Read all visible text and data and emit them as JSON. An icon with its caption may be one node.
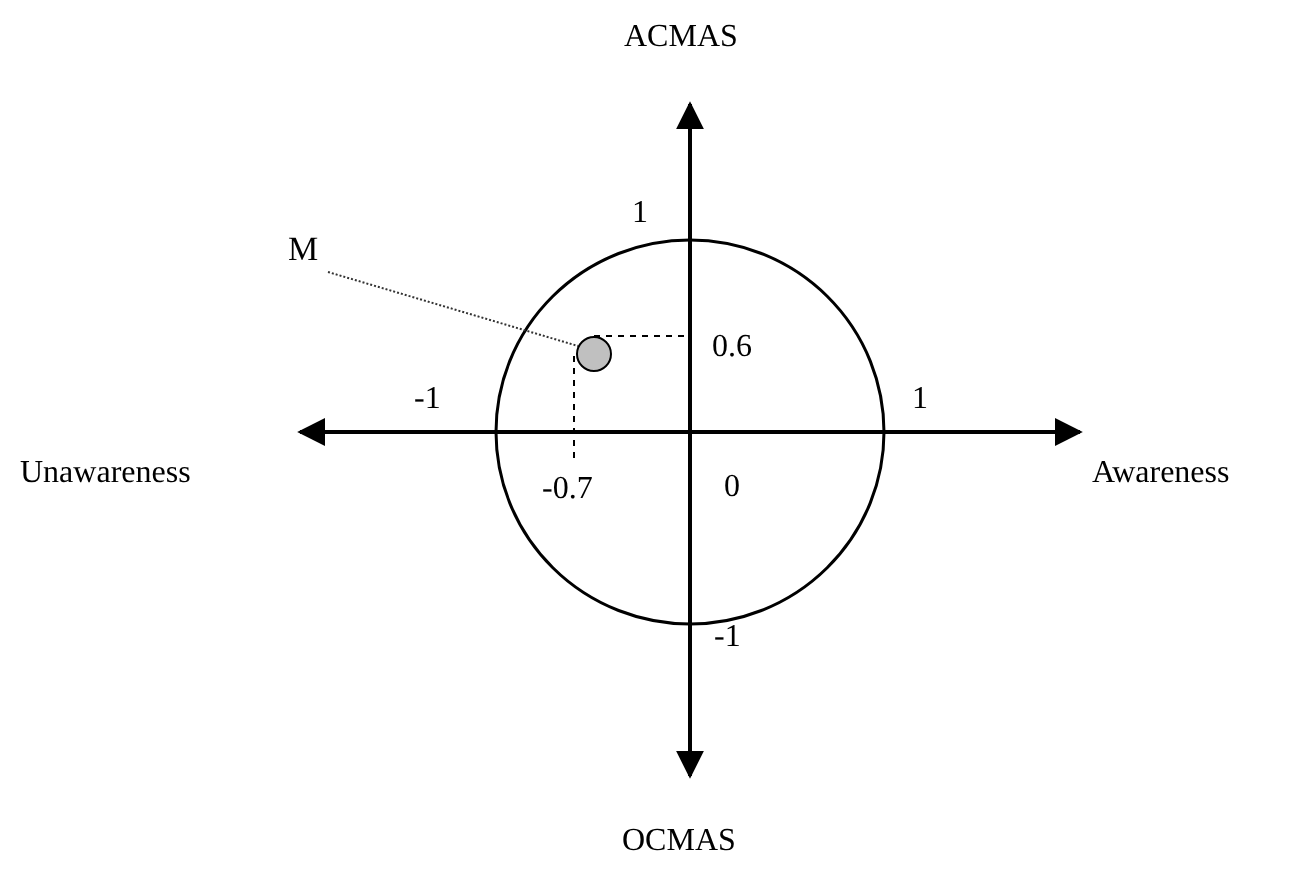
{
  "diagram": {
    "nodes": [
      {
        "text": [
          "M"
        ]
      },
      {
        "text": [],
        "shape": "circle"
      }
    ],
    "edges": [
      {
        "from": 0,
        "to": 1,
        "arrow": "none"
      }
    ],
    "labels": [
      "ACMAS",
      "1",
      "0.6",
      "-1",
      "1",
      "Unawareness",
      "Awareness",
      "-0.7",
      "0",
      "-1",
      "OCMAS"
    ]
  }
}
